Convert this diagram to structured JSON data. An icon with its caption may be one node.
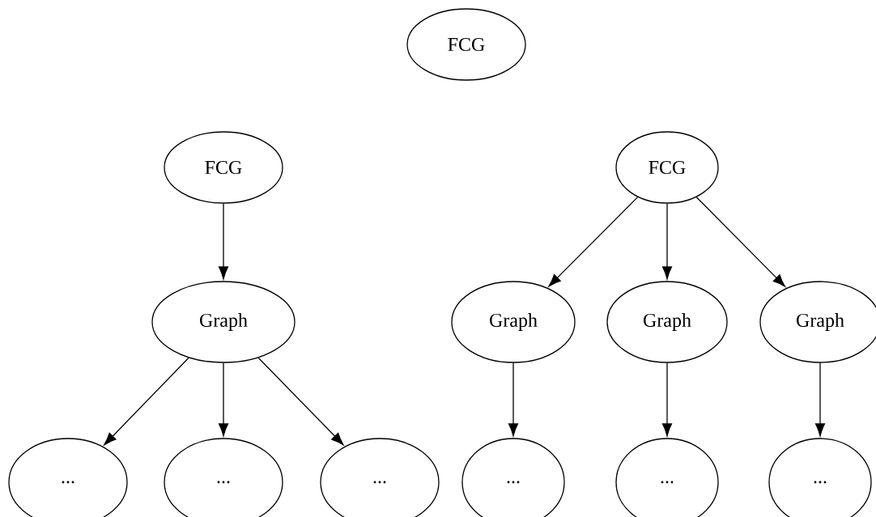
{
  "diagram": {
    "nodes": [
      {
        "text": [
          "FCG"
        ]
      },
      {
        "text": [
          "FCG"
        ]
      },
      {
        "text": [
          "FCG"
        ]
      },
      {
        "text": [
          "Graph"
        ]
      },
      {
        "text": [
          "Graph"
        ]
      },
      {
        "text": [
          "Graph"
        ]
      },
      {
        "text": [
          "Graph"
        ]
      },
      {
        "text": [
          "..."
        ]
      },
      {
        "text": [
          "..."
        ]
      },
      {
        "text": [
          "..."
        ]
      },
      {
        "text": [
          "..."
        ]
      },
      {
        "text": [
          "..."
        ]
      },
      {
        "text": [
          "..."
        ]
      }
    ],
    "edges": [
      {
        "from": 1,
        "to": 3,
        "arrow": "to"
      },
      {
        "from": 3,
        "to": 7,
        "arrow": "to"
      },
      {
        "from": 3,
        "to": 8,
        "arrow": "to"
      },
      {
        "from": 3,
        "to": 9,
        "arrow": "to"
      },
      {
        "from": 2,
        "to": 4,
        "arrow": "to"
      },
      {
        "from": 2,
        "to": 5,
        "arrow": "to"
      },
      {
        "from": 2,
        "to": 6,
        "arrow": "to"
      },
      {
        "from": 4,
        "to": 10,
        "arrow": "to"
      },
      {
        "from": 5,
        "to": 11,
        "arrow": "to"
      },
      {
        "from": 6,
        "to": 12,
        "arrow": "to"
      }
    ]
  }
}
